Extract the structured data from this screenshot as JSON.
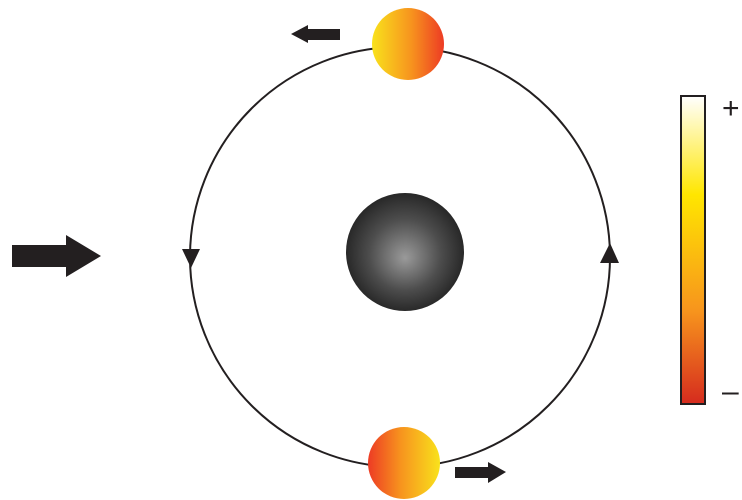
{
  "scale": {
    "plus_label": "+",
    "minus_label": "–"
  },
  "colors": {
    "outline": "#231f20",
    "arrow": "#231f20",
    "central_body_light": "#9a9a9a",
    "central_body_dark": "#1f1f1f",
    "warm": "#f9e21c",
    "hot": "#ed3b24",
    "scale_top": "#ffffff",
    "scale_mid": "#ffe600",
    "scale_lower": "#f7941d",
    "scale_bottom": "#d52b1e"
  },
  "icons": {
    "incoming_arrow": "right-arrow",
    "top_motion_arrow": "left-arrow",
    "bottom_motion_arrow": "right-arrow",
    "orbit_arrow_left": "down-arrowhead",
    "orbit_arrow_right": "up-arrowhead"
  }
}
